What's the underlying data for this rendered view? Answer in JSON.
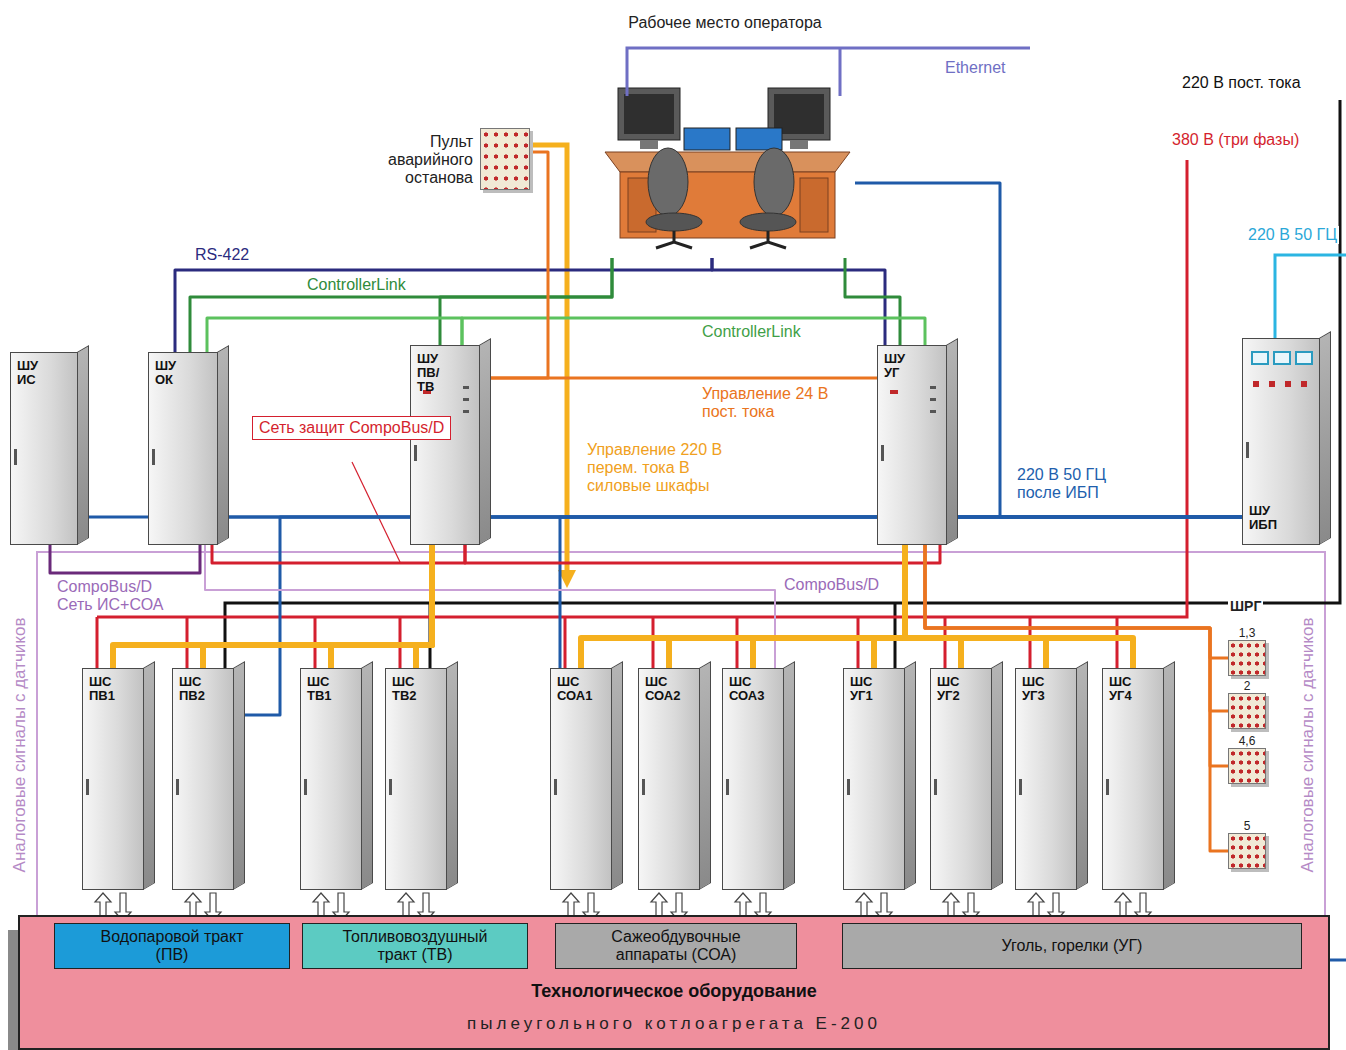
{
  "diagram": {
    "nodes": [
      {
        "text": [
          "Рабочее место оператора"
        ]
      },
      {
        "text": [
          "Пульт аварийного останова"
        ]
      },
      {
        "text": [
          "ШУ ИС"
        ]
      },
      {
        "text": [
          "ШУ ОК"
        ]
      },
      {
        "text": [
          "ШУ ПВ/ТВ"
        ]
      },
      {
        "text": [
          "ШУ УГ"
        ]
      },
      {
        "text": [
          "Сеть защит CompoBus/D"
        ]
      },
      {
        "text": [
          "ШУ ИБП"
        ]
      },
      {
        "text": [
          "ШС ПВ1"
        ]
      },
      {
        "text": [
          "ШС ПВ2"
        ]
      },
      {
        "text": [
          "ШС ТВ1"
        ]
      },
      {
        "text": [
          "ШС ТВ2"
        ]
      },
      {
        "text": [
          "ШС СОА1"
        ]
      },
      {
        "text": [
          "ШС СОА2"
        ]
      },
      {
        "text": [
          "ШС СОА3"
        ]
      },
      {
        "text": [
          "ШС УГ1"
        ]
      },
      {
        "text": [
          "ШС УГ2"
        ]
      },
      {
        "text": [
          "ШС УГ3"
        ]
      },
      {
        "text": [
          "ШС УГ4"
        ]
      },
      {
        "text": [
          "1,3"
        ]
      },
      {
        "text": [
          "2"
        ]
      },
      {
        "text": [
          "4,6"
        ]
      },
      {
        "text": [
          "5"
        ]
      },
      {
        "text": [
          "Технологическое оборудование",
          "пылеугольного котлоагрегата Е-200"
        ]
      },
      {
        "text": [
          "Водопаровой тракт (ПВ)"
        ],
        "in": 23
      },
      {
        "text": [
          "Топливовоздушный тракт (ТВ)"
        ],
        "in": 23
      },
      {
        "text": [
          "Сажеобдувочные аппараты (СОА)"
        ],
        "in": 23
      },
      {
        "text": [
          "Уголь, горелки (УГ)"
        ],
        "in": 23
      }
    ],
    "edges": [
      {
        "from": 3,
        "to": 0,
        "arrow": "none",
        "label": "RS-422"
      },
      {
        "from": 5,
        "to": 0,
        "arrow": "none"
      },
      {
        "from": 3,
        "to": 0,
        "arrow": "none",
        "label": "ControllerLink"
      },
      {
        "from": 4,
        "to": 0,
        "arrow": "none"
      },
      {
        "from": 5,
        "to": 0,
        "arrow": "none"
      },
      {
        "from": 3,
        "to": 4,
        "arrow": "none"
      },
      {
        "from": 4,
        "to": 5,
        "arrow": "none",
        "label": "ControllerLink"
      },
      {
        "from": 1,
        "to": 4,
        "arrow": "none"
      },
      {
        "from": 4,
        "to": 5,
        "arrow": "none",
        "label": "Управление 24 В пост. тока"
      },
      {
        "from": 7,
        "to": 0,
        "arrow": "none"
      },
      {
        "from": 7,
        "to": 5,
        "arrow": "none",
        "label": "220 В 50 ГЦ после ИБП"
      },
      {
        "from": 7,
        "to": 4,
        "arrow": "none"
      },
      {
        "from": 7,
        "to": 3,
        "arrow": "none"
      },
      {
        "from": 7,
        "to": 2,
        "arrow": "none"
      },
      {
        "from": 7,
        "to": 9,
        "arrow": "none"
      },
      {
        "from": 7,
        "to": 12,
        "arrow": "none"
      },
      {
        "from": 2,
        "to": 3,
        "arrow": "none",
        "label": "CompoBus/D Сеть ИС+СОА"
      },
      {
        "from": 3,
        "to": 14,
        "arrow": "none",
        "label": "CompoBus/D"
      },
      {
        "from": 3,
        "to": 4,
        "arrow": "none"
      },
      {
        "from": 4,
        "to": 5,
        "arrow": "none"
      },
      {
        "from": 4,
        "to": 8,
        "arrow": "none"
      },
      {
        "from": 4,
        "to": 9,
        "arrow": "none"
      },
      {
        "from": 4,
        "to": 10,
        "arrow": "none"
      },
      {
        "from": 4,
        "to": 11,
        "arrow": "none"
      },
      {
        "from": 5,
        "to": 12,
        "arrow": "none"
      },
      {
        "from": 5,
        "to": 13,
        "arrow": "none"
      },
      {
        "from": 5,
        "to": 14,
        "arrow": "none"
      },
      {
        "from": 5,
        "to": 15,
        "arrow": "none"
      },
      {
        "from": 5,
        "to": 16,
        "arrow": "none"
      },
      {
        "from": 5,
        "to": 17,
        "arrow": "none"
      },
      {
        "from": 5,
        "to": 18,
        "arrow": "none"
      },
      {
        "from": 5,
        "to": 19,
        "arrow": "none"
      },
      {
        "from": 5,
        "to": 20,
        "arrow": "none"
      },
      {
        "from": 5,
        "to": 21,
        "arrow": "none"
      },
      {
        "from": 5,
        "to": 22,
        "arrow": "none"
      },
      {
        "from": 8,
        "to": 24,
        "arrow": "both"
      },
      {
        "from": 9,
        "to": 24,
        "arrow": "both"
      },
      {
        "from": 10,
        "to": 25,
        "arrow": "both"
      },
      {
        "from": 11,
        "to": 25,
        "arrow": "both"
      },
      {
        "from": 12,
        "to": 26,
        "arrow": "both"
      },
      {
        "from": 13,
        "to": 26,
        "arrow": "both"
      },
      {
        "from": 14,
        "to": 26,
        "arrow": "both"
      },
      {
        "from": 15,
        "to": 27,
        "arrow": "both"
      },
      {
        "from": 16,
        "to": 27,
        "arrow": "both"
      },
      {
        "from": 17,
        "to": 27,
        "arrow": "both"
      },
      {
        "from": 18,
        "to": 27,
        "arrow": "both"
      }
    ],
    "labels": [
      "Ethernet",
      "220 В пост. тока",
      "380 В (три фазы)",
      "220 В 50 ГЦ",
      "Управление 220 В перем. тока В силовые шкафы",
      "ШРГ",
      "Аналоговые сигналы с датчиков",
      "Аналоговые сигналы с датчиков"
    ]
  }
}
